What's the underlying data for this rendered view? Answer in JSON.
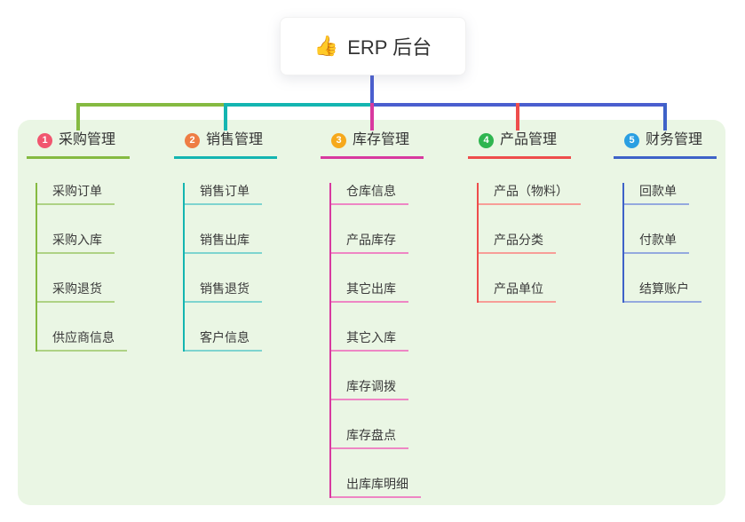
{
  "root": {
    "icon": "thumbs-up-icon",
    "icon_char": "👍",
    "label": "ERP 后台"
  },
  "panel_bg": "#eaf6e4",
  "root_connector_color": "#4a5ecf",
  "branches": [
    {
      "num": "1",
      "label": "采购管理",
      "badge_color": "#f1566f",
      "accent": "#85ba41",
      "accent_light": "#aed284",
      "children": [
        "采购订单",
        "采购入库",
        "采购退货",
        "供应商信息"
      ]
    },
    {
      "num": "2",
      "label": "销售管理",
      "badge_color": "#ee7d44",
      "accent": "#14b5b1",
      "accent_light": "#7ed4cf",
      "children": [
        "销售订单",
        "销售出库",
        "销售退货",
        "客户信息"
      ]
    },
    {
      "num": "3",
      "label": "库存管理",
      "badge_color": "#f6a91c",
      "accent": "#d8399f",
      "accent_light": "#ee86c4",
      "children": [
        "仓库信息",
        "产品库存",
        "其它出库",
        "其它入库",
        "库存调拨",
        "库存盘点",
        "出库库明细"
      ]
    },
    {
      "num": "4",
      "label": "产品管理",
      "badge_color": "#2fb550",
      "accent": "#ee4d4c",
      "accent_light": "#f79d97",
      "children": [
        "产品（物料）",
        "产品分类",
        "产品单位"
      ]
    },
    {
      "num": "5",
      "label": "财务管理",
      "badge_color": "#2a9fe2",
      "accent": "#3e62c8",
      "accent_light": "#94a9de",
      "children": [
        "回款单",
        "付款单",
        "结算账户"
      ]
    }
  ]
}
